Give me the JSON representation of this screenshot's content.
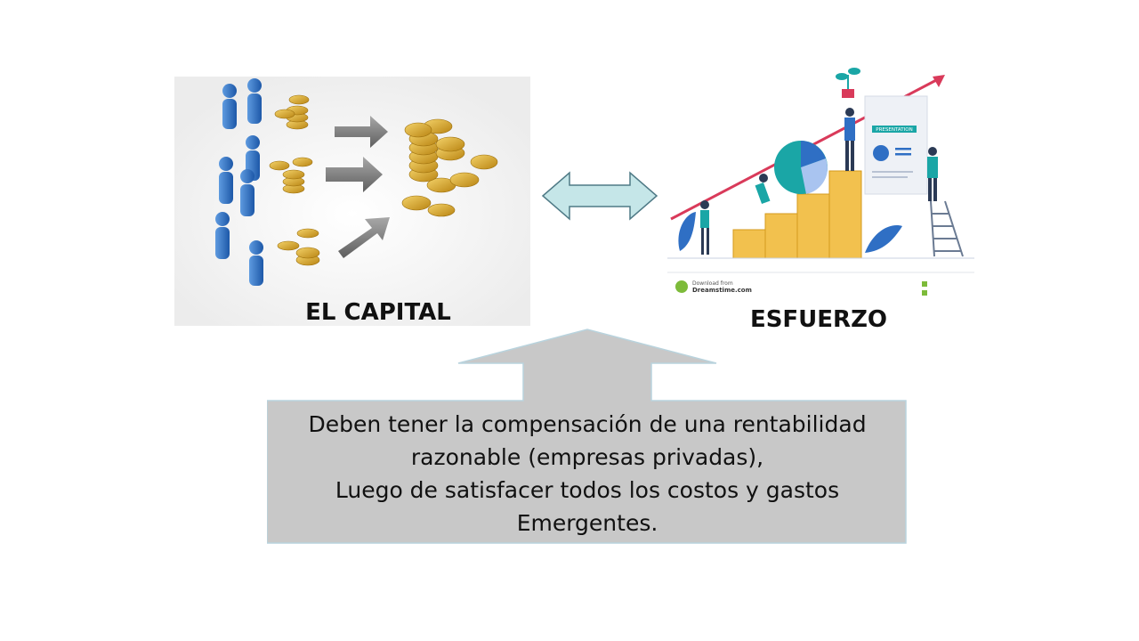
{
  "labels": {
    "capital": "EL CAPITAL",
    "effort": "ESFUERZO"
  },
  "callout": {
    "line1": "Deben tener la compensación de una rentabilidad",
    "line2": "razonable (empresas privadas),",
    "line3": "Luego de satisfacer todos los costos y gastos",
    "line4": "Emergentes."
  },
  "effort_image": {
    "board_title": "PRESENTATION",
    "watermark_line1": "Download from",
    "watermark_line2": "Dreamstime.com"
  },
  "colors": {
    "people_blue": "#2f6fc4",
    "coin_gold": "#d9a520",
    "gray_arrow": "#7d7d7d",
    "double_arrow_fill": "#c5e6e8",
    "double_arrow_stroke": "#4f7a86",
    "callout_fill": "#c8c8c8",
    "callout_stroke": "#b9d3dd",
    "growth_arrow_red": "#d93a5a",
    "teal": "#1aa6a6"
  }
}
